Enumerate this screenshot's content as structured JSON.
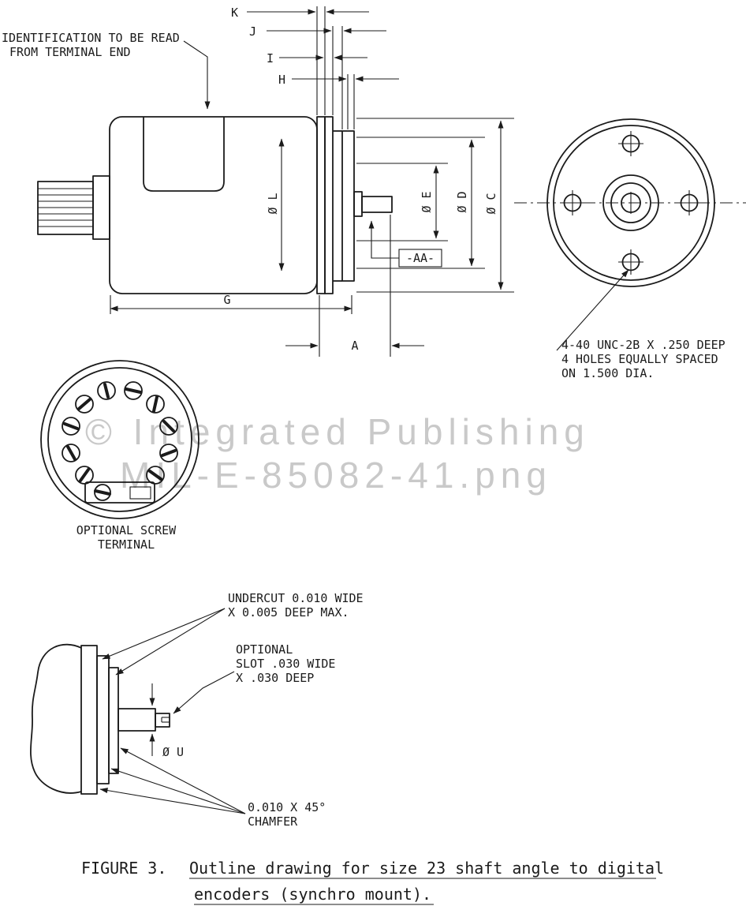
{
  "notes": {
    "identification": [
      "IDENTIFICATION TO BE READ",
      "FROM TERMINAL END"
    ],
    "mounting_holes": [
      "4-40 UNC-2B X .250 DEEP",
      "4 HOLES EQUALLY SPACED",
      "ON 1.500 DIA."
    ],
    "screw_terminal": [
      "OPTIONAL SCREW",
      "TERMINAL"
    ],
    "undercut": [
      "UNDERCUT 0.010 WIDE",
      "X 0.005 DEEP MAX."
    ],
    "slot": [
      "OPTIONAL",
      "SLOT .030 WIDE",
      "X .030 DEEP"
    ],
    "chamfer": [
      "0.010 X 45°",
      "CHAMFER"
    ]
  },
  "dimensions": {
    "k": "K",
    "j": "J",
    "i": "I",
    "h": "H",
    "g": "G",
    "a": "A",
    "dia_l": "Ø L",
    "dia_e": "Ø E",
    "dia_d": "Ø D",
    "dia_c": "Ø C",
    "datum": "-AA-",
    "dia_u": "Ø U"
  },
  "watermark": {
    "line1": "© Integrated Publishing",
    "line2": "MIL-E-85082-41.png"
  },
  "caption": {
    "figure_label": "FIGURE 3.",
    "title_line1": "Outline drawing for size 23 shaft angle to digital",
    "title_line2": "encoders (synchro mount)."
  },
  "colors": {
    "ink": "#1b1b1b",
    "watermark": "#c9c9c9",
    "paper": "#ffffff"
  }
}
